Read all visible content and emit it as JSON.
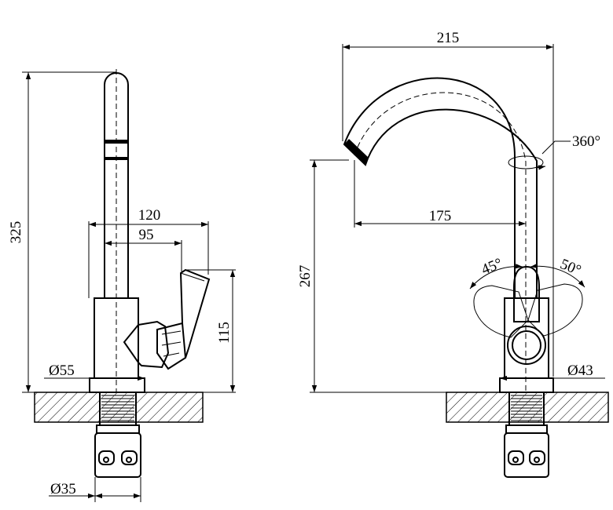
{
  "left_view": {
    "overall_height": "325",
    "handle_reach": "120",
    "spout_to_handle": "95",
    "body_height": "115",
    "base_diameter": "Ø55",
    "shank_diameter": "Ø35"
  },
  "right_view": {
    "overall_reach": "215",
    "spout_reach": "175",
    "swivel_angle": "360°",
    "outlet_height": "267",
    "lever_left_angle": "45°",
    "lever_right_angle": "50°",
    "base_diameter": "Ø43"
  }
}
